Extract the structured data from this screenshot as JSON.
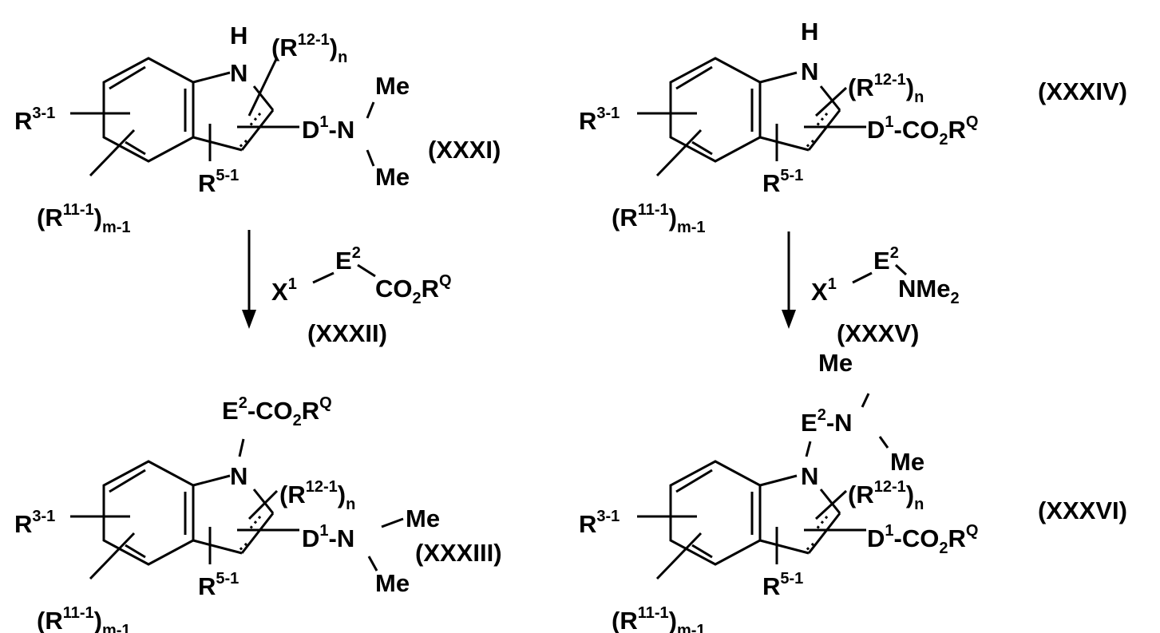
{
  "s": {
    "r3": {
      "base": "R",
      "sup": "3-1"
    },
    "r5": {
      "base": "R",
      "sup": "5-1"
    },
    "r11": {
      "pre": "(R",
      "sup": "11-1",
      "post": ")",
      "sub": "m-1"
    },
    "r12": {
      "pre": "(R",
      "sup": "12-1",
      "post": ")",
      "sub": "n"
    },
    "h": "H",
    "n": "N",
    "me": "Me",
    "dash": "-",
    "d1": {
      "base": "D",
      "sup": "1"
    },
    "e2": {
      "base": "E",
      "sup": "2"
    },
    "x1": {
      "base": "X",
      "sup": "1"
    },
    "co2rq": {
      "a": "CO",
      "sub": "2",
      "b": "R",
      "sup": "Q"
    },
    "nme2": {
      "a": "NMe",
      "sub": "2"
    }
  },
  "labels": {
    "c31": "(XXXI)",
    "c32": "(XXXII)",
    "c33": "(XXXIII)",
    "c34": "(XXXIV)",
    "c35": "(XXXV)",
    "c36": "(XXXVI)"
  }
}
